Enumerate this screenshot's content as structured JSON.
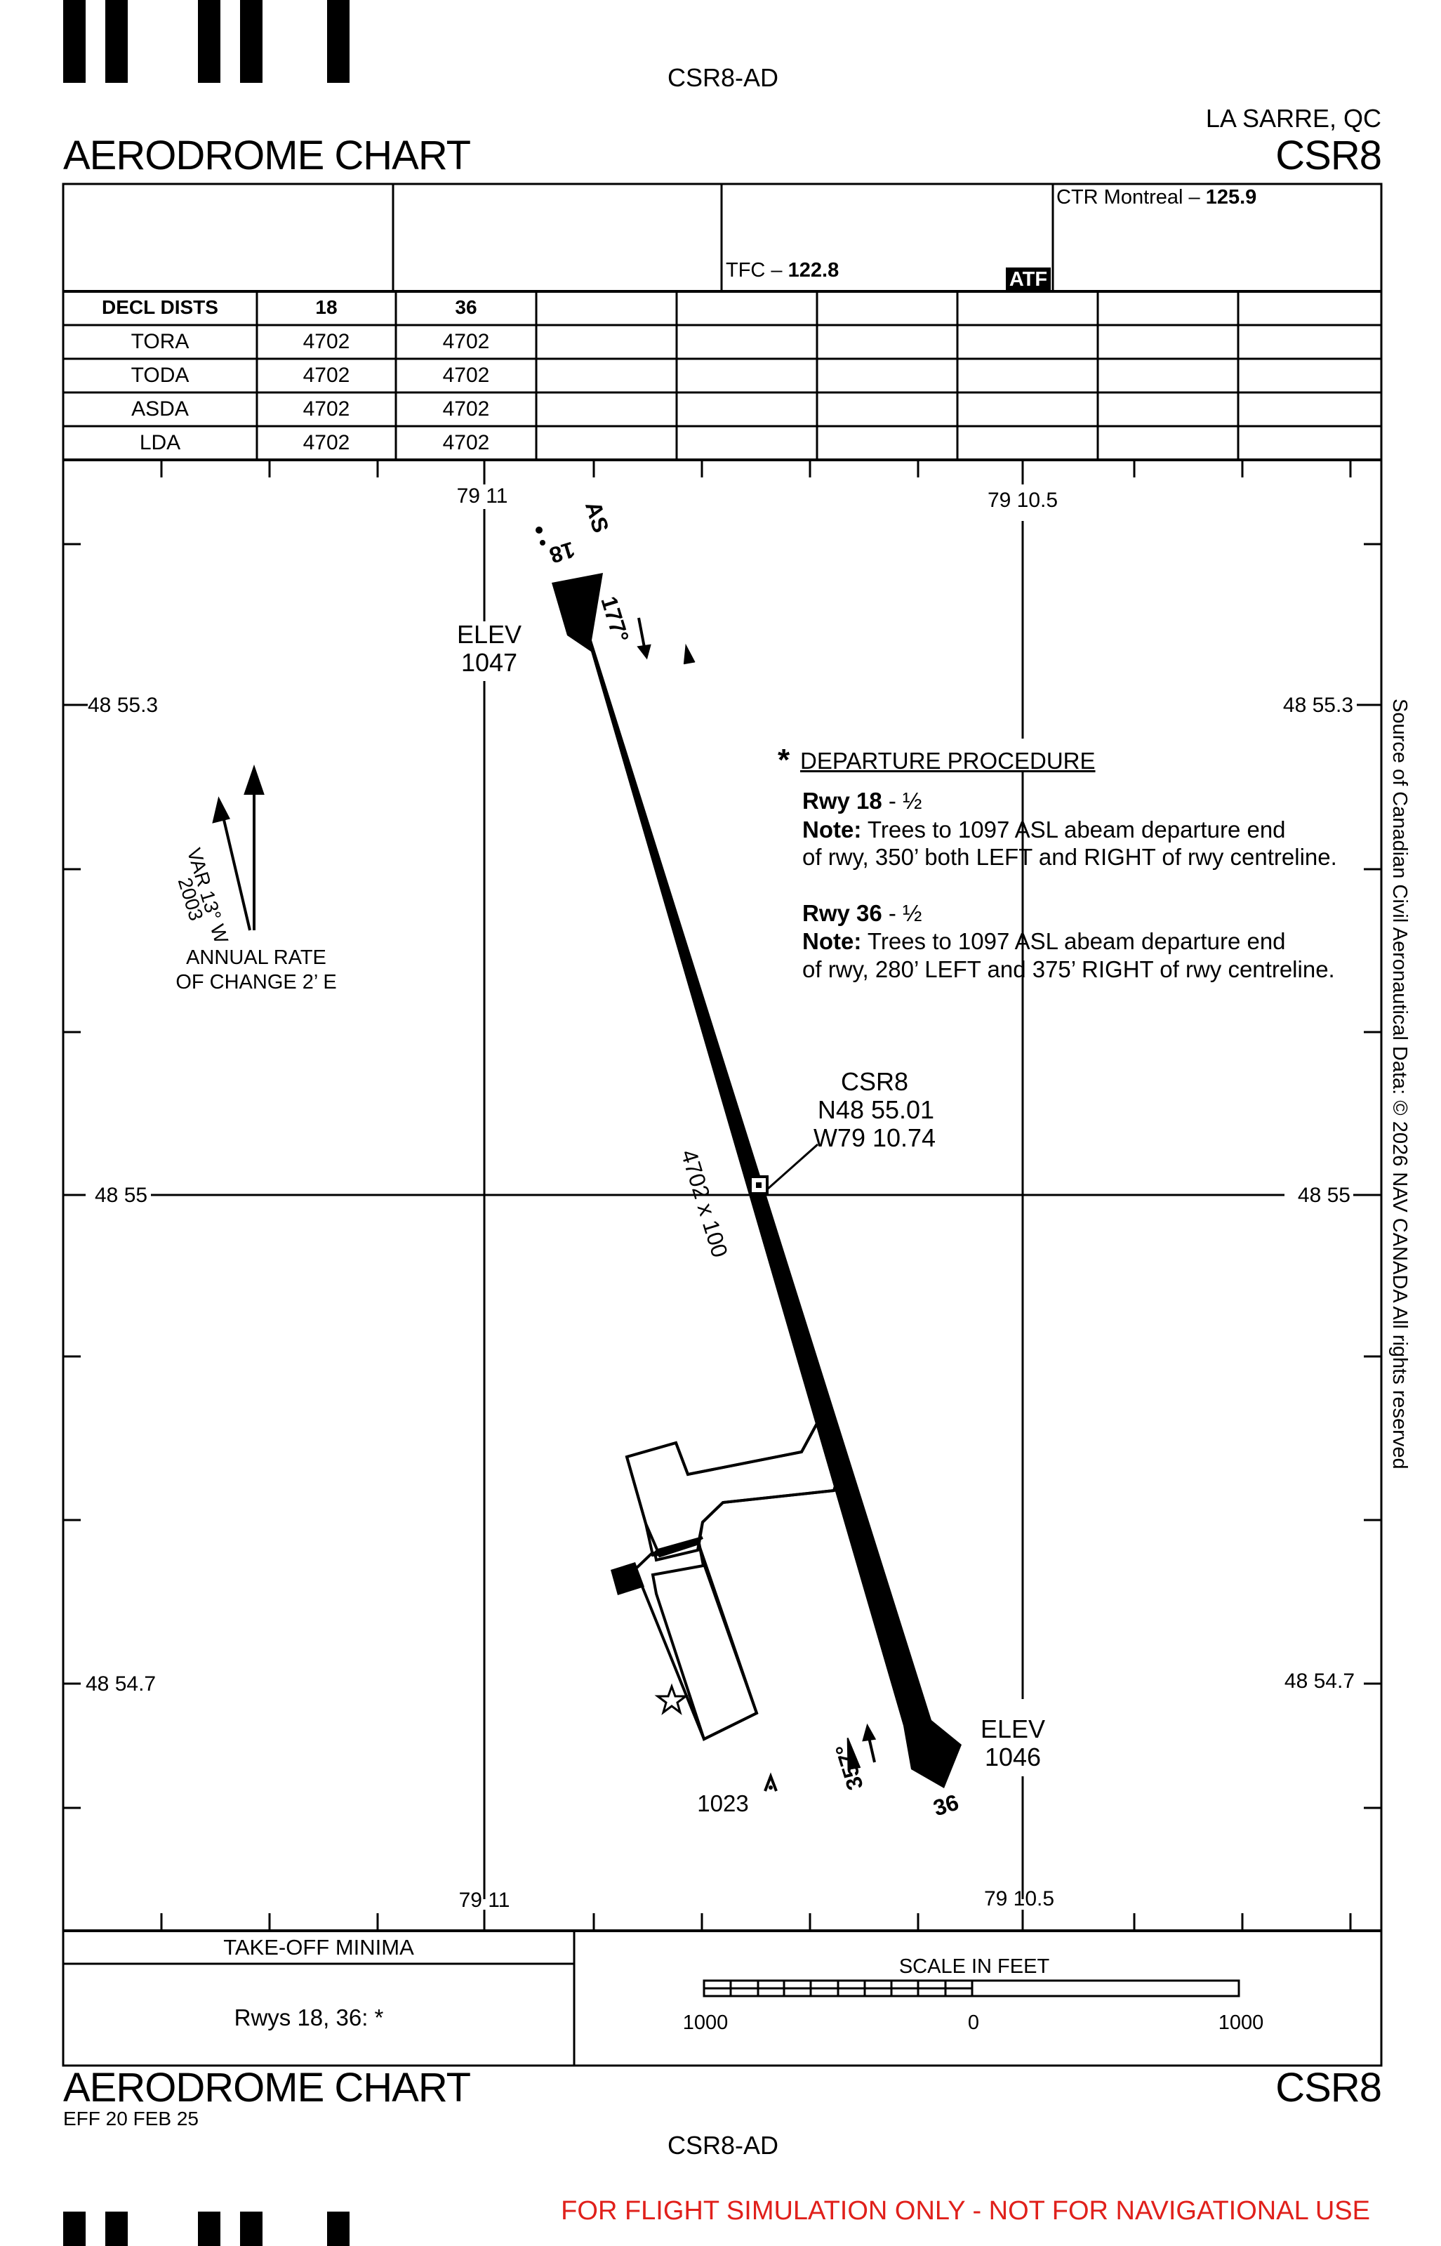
{
  "header": {
    "doc_code": "CSR8-AD",
    "location": "LA SARRE, QC",
    "chart_title": "AERODROME CHART",
    "ident": "CSR8"
  },
  "frequencies": {
    "ctr_label": "CTR Montreal –",
    "ctr_freq": "125.9",
    "tfc_label": "TFC –",
    "tfc_freq": "122.8",
    "atf": "ATF"
  },
  "decl_dists": {
    "header": [
      "DECL DISTS",
      "18",
      "36"
    ],
    "rows": [
      [
        "TORA",
        "4702",
        "4702"
      ],
      [
        "TODA",
        "4702",
        "4702"
      ],
      [
        "ASDA",
        "4702",
        "4702"
      ],
      [
        "LDA",
        "4702",
        "4702"
      ]
    ]
  },
  "grid": {
    "lon_left": "79 11",
    "lon_right": "79 10.5",
    "lat_top": "48 55.3",
    "lat_mid": "48 55",
    "lat_bottom": "48 54.7"
  },
  "runway": {
    "rwy18_label": "18",
    "rwy36_label": "36",
    "as_label": "AS",
    "hdg_177": "177°",
    "hdg_357": "357°",
    "dims": "4702 x 100"
  },
  "elevations": {
    "elev_label": "ELEV",
    "north_elev": "1047",
    "south_elev": "1046",
    "obstacle_elev": "1023"
  },
  "arp": {
    "ident": "CSR8",
    "lat": "N48 55.01",
    "lon": "W79 10.74"
  },
  "magvar": {
    "var": "VAR 13° W",
    "year": "2003",
    "rate_line1": "ANNUAL RATE",
    "rate_line2": "OF CHANGE 2’ E"
  },
  "departure": {
    "title": "DEPARTURE PROCEDURE",
    "rwy18_title": "Rwy 18",
    "rwy18_value": " - ½",
    "rwy18_note_label": "Note:",
    "rwy18_note_1": " Trees to 1097 ASL abeam departure end",
    "rwy18_note_2": "of rwy, 350’ both LEFT and RIGHT of rwy centreline.",
    "rwy36_title": "Rwy 36",
    "rwy36_value": " - ½",
    "rwy36_note_label": "Note:",
    "rwy36_note_1": " Trees to 1097 ASL abeam departure end",
    "rwy36_note_2": "of rwy, 280’ LEFT and 375’ RIGHT of rwy centreline."
  },
  "source_text": "Source of Canadian Civil Aeronautical Data: © 2026 NAV CANADA All rights reserved",
  "takeoff": {
    "title": "TAKE-OFF MINIMA",
    "value": "Rwys 18, 36:  *"
  },
  "scale": {
    "title": "SCALE IN FEET",
    "left": "1000",
    "mid": "0",
    "right": "1000"
  },
  "footer": {
    "chart_title": "AERODROME CHART",
    "ident": "CSR8",
    "effective": "EFF 20 FEB 25",
    "doc_code": "CSR8-AD",
    "disclaimer": "FOR FLIGHT SIMULATION ONLY - NOT FOR NAVIGATIONAL USE",
    "disclaimer_color": "#e0201b"
  }
}
